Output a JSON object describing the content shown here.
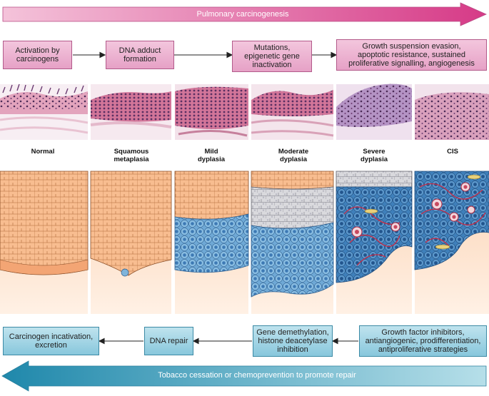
{
  "top_banner": {
    "label": "Pulmonary carcinogenesis",
    "color": "#d9468f"
  },
  "bottom_banner": {
    "label": "Tobacco cessation or chemoprevention to promote repair",
    "color": "#2b8fb0"
  },
  "progression_steps": [
    "Activation by\ncarcinogens",
    "DNA adduct\nformation",
    "Mutations,\nepigenetic gene\ninactivation",
    "Growth suspension evasion,\napoptotic resistance, sustained\nproliferative signalling, angiogenesis"
  ],
  "repair_steps": [
    "Carcinogen incativation,\nexcretion",
    "DNA repair",
    "Gene demethylation,\nhistone deacetylase\ninhibition",
    "Growth factor inhibitors,\nantiangiogenic, prodifferentiation,\nantiproliferative strategies"
  ],
  "stages": [
    "Normal",
    "Squamous\nmetaplasia",
    "Mild\ndyplasia",
    "Moderate\ndyplasia",
    "Severe\ndyplasia",
    "CIS"
  ],
  "colors": {
    "normal_cell": "#f6b88c",
    "dysplastic_cell": "#7fb4da",
    "intermediate_cell": "#d6d6da",
    "stroma": "#fbd9bd",
    "vessel": "#c72b45"
  }
}
